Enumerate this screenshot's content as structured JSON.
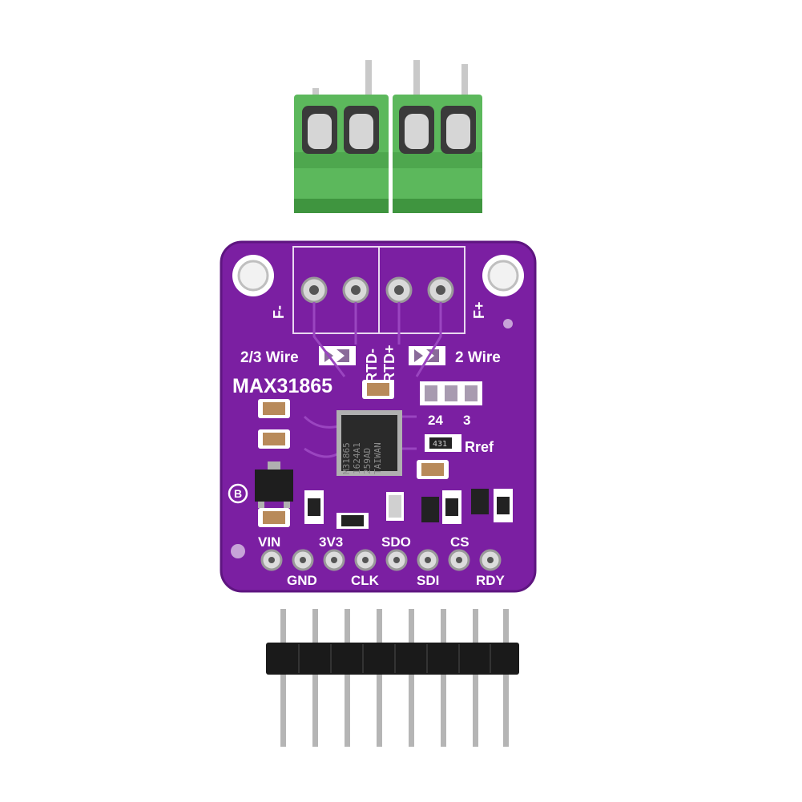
{
  "board": {
    "title": "MAX31865",
    "wire_23": "2/3 Wire",
    "wire_2": "2 Wire",
    "rtd_minus": "RTD-",
    "rtd_plus": "RTD+",
    "f_minus": "F-",
    "f_plus": "F+",
    "jumper_24": "24",
    "jumper_3": "3",
    "rref": "Rref",
    "brand_mark": "B",
    "rref_code": "431"
  },
  "chip": {
    "line1": "M31865",
    "line2": "1624A1",
    "line3": "259AD",
    "line4": "TAIWAN"
  },
  "pins_top": [
    "VIN",
    "3V3",
    "SDO",
    "CS"
  ],
  "pins_bottom": [
    "GND",
    "CLK",
    "SDI",
    "RDY"
  ],
  "colors": {
    "pcb": "#7b1fa2",
    "pcb_dark": "#5e1580",
    "terminal": "#5cb85c",
    "header": "#1a1a1a",
    "pins": "#b0b0b0"
  }
}
